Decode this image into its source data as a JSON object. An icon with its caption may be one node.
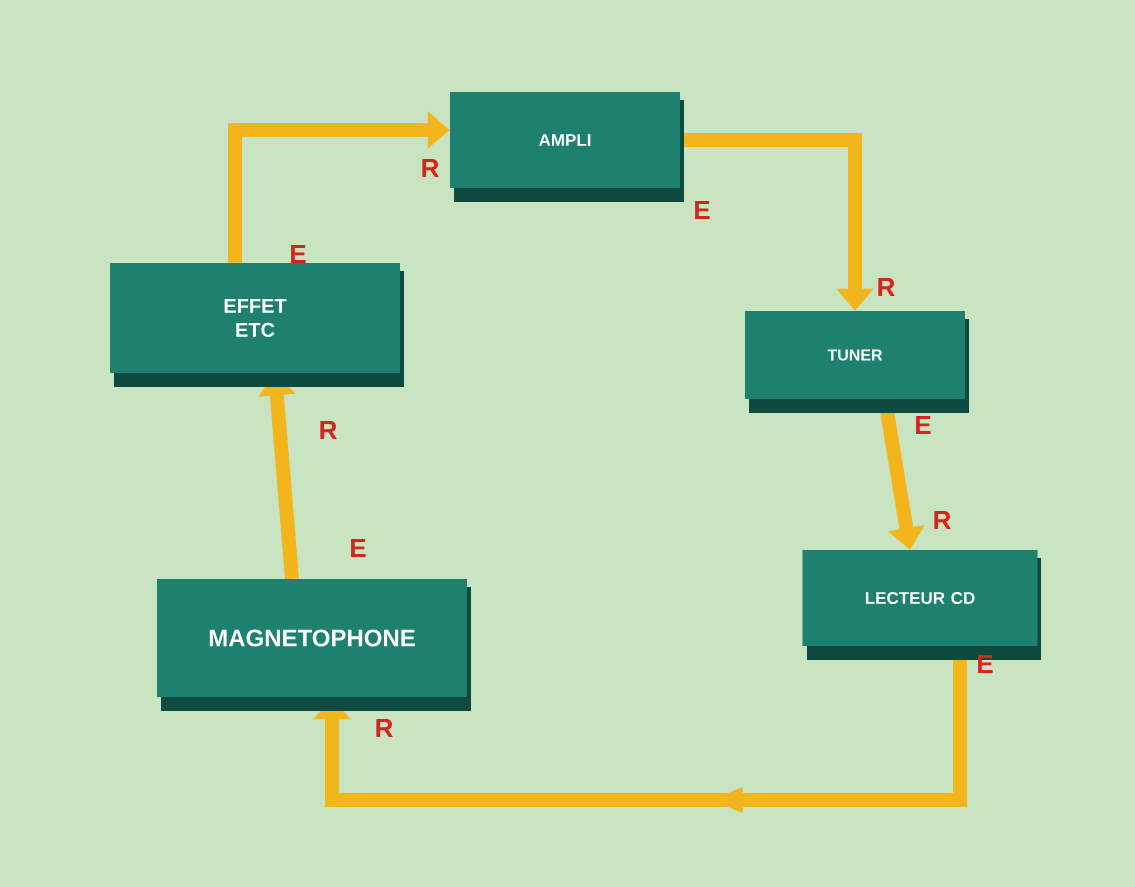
{
  "diagram": {
    "nodes": [
      {
        "text": [
          "AMPLI"
        ],
        "beside": [
          "R",
          "E"
        ]
      },
      {
        "text": [
          "TUNER"
        ],
        "beside": [
          "R",
          "E"
        ]
      },
      {
        "text": [
          "LECTEUR CD"
        ],
        "beside": [
          "R",
          "E"
        ]
      },
      {
        "text": [
          "MAGNETOPHONE"
        ],
        "beside": [
          "E",
          "R"
        ]
      },
      {
        "text": [
          "EFFET ETC"
        ],
        "beside": [
          "E",
          "R"
        ]
      }
    ],
    "edges": [
      {
        "from": 0,
        "to": 1,
        "arrow": "to"
      },
      {
        "from": 1,
        "to": 2,
        "arrow": "to"
      },
      {
        "from": 2,
        "to": 3,
        "arrow": "to"
      },
      {
        "from": 3,
        "to": 4,
        "arrow": "to"
      },
      {
        "from": 4,
        "to": 0,
        "arrow": "to"
      }
    ]
  }
}
